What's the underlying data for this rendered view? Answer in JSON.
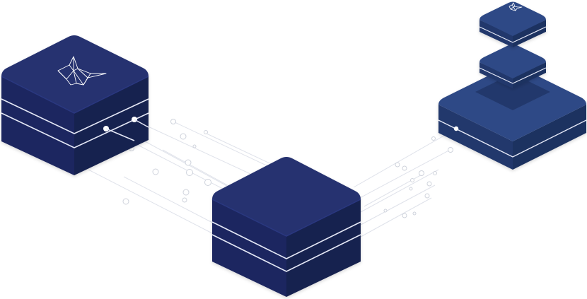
{
  "diagram": {
    "nodes": [
      {
        "id": "left-block",
        "logo": "fox-logo-icon"
      },
      {
        "id": "center-block"
      },
      {
        "id": "right-block",
        "logo": "small-fox-logo-icon",
        "stacked_layers": 3
      }
    ],
    "links": [
      {
        "from": "left-block",
        "to": "center-block"
      },
      {
        "from": "center-block",
        "to": "right-block"
      }
    ]
  },
  "colors": {
    "top_face": "#253170",
    "side_dark": "#1a2454",
    "side_light": "#20295f",
    "stack_top": "#2f4a86",
    "stack_side": "#24396c",
    "band": "#e4e8f6",
    "connector": "#d6d9e2",
    "background": "#ffffff"
  }
}
